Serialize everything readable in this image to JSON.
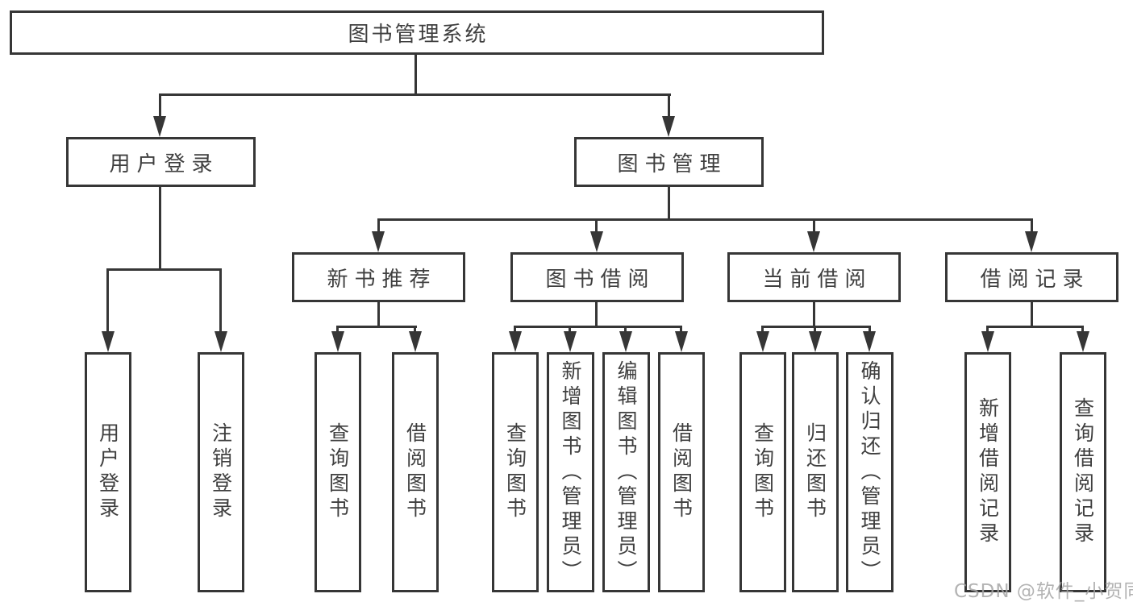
{
  "colors": {
    "line": "#363636",
    "text": "#3f3f3f",
    "background": "#ffffff",
    "watermark": "#a6a6a6"
  },
  "watermark": {
    "text": "CSDN @软件_小贺同学"
  },
  "tree": {
    "label": "图书管理系统",
    "children": [
      {
        "label": "用户登录",
        "children": [
          {
            "label": "用户登录"
          },
          {
            "label": "注销登录"
          }
        ]
      },
      {
        "label": "图书管理",
        "children": [
          {
            "label": "新书推荐",
            "children": [
              {
                "label": "查询图书"
              },
              {
                "label": "借阅图书"
              }
            ]
          },
          {
            "label": "图书借阅",
            "children": [
              {
                "label": "查询图书"
              },
              {
                "label": "新增图书（管理员）"
              },
              {
                "label": "编辑图书（管理员）"
              },
              {
                "label": "借阅图书"
              }
            ]
          },
          {
            "label": "当前借阅",
            "children": [
              {
                "label": "查询图书"
              },
              {
                "label": "归还图书"
              },
              {
                "label": "确认归还（管理员）"
              }
            ]
          },
          {
            "label": "借阅记录",
            "children": [
              {
                "label": "新增借阅记录"
              },
              {
                "label": "查询借阅记录"
              }
            ]
          }
        ]
      }
    ]
  }
}
